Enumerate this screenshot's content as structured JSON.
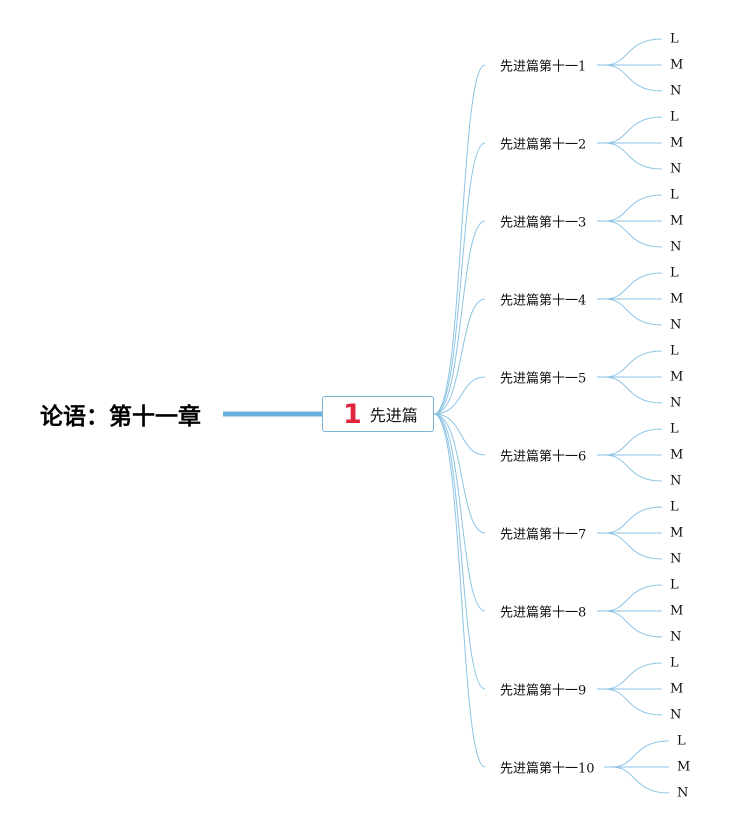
{
  "root": {
    "label": "论语：第十一章"
  },
  "main": {
    "number": "1",
    "label": "先进篇"
  },
  "branches": [
    {
      "label": "先进篇第十一1",
      "leaves": [
        "L",
        "M",
        "N"
      ]
    },
    {
      "label": "先进篇第十一2",
      "leaves": [
        "L",
        "M",
        "N"
      ]
    },
    {
      "label": "先进篇第十一3",
      "leaves": [
        "L",
        "M",
        "N"
      ]
    },
    {
      "label": "先进篇第十一4",
      "leaves": [
        "L",
        "M",
        "N"
      ]
    },
    {
      "label": "先进篇第十一5",
      "leaves": [
        "L",
        "M",
        "N"
      ]
    },
    {
      "label": "先进篇第十一6",
      "leaves": [
        "L",
        "M",
        "N"
      ]
    },
    {
      "label": "先进篇第十一7",
      "leaves": [
        "L",
        "M",
        "N"
      ]
    },
    {
      "label": "先进篇第十一8",
      "leaves": [
        "L",
        "M",
        "N"
      ]
    },
    {
      "label": "先进篇第十一9",
      "leaves": [
        "L",
        "M",
        "N"
      ]
    },
    {
      "label": "先进篇第十一10",
      "leaves": [
        "L",
        "M",
        "N"
      ]
    }
  ],
  "colors": {
    "root_connector": "#67b0dc",
    "branch_line": "#8cc4e4",
    "main_border": "#7bb3d6",
    "number_badge": "#e0263d"
  }
}
